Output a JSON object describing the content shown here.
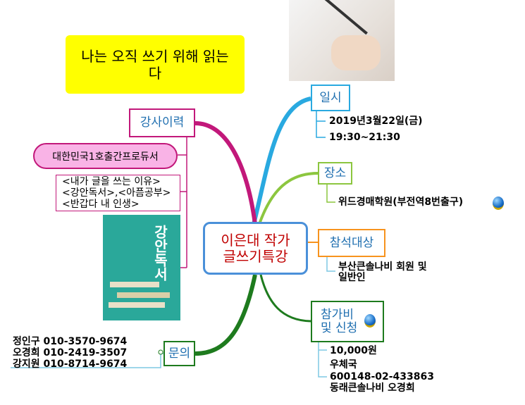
{
  "slogan": "나는 오직 쓰기 위해 읽는다",
  "center": {
    "line1": "이은대 작가",
    "line2": "글쓰기특강"
  },
  "branches": {
    "datetime": {
      "label": "일시",
      "items": [
        "2019년3월22일(금)",
        "19:30~21:30"
      ]
    },
    "place": {
      "label": "장소",
      "items": [
        "위드경매학원(부전역8번출구)"
      ]
    },
    "audience": {
      "label": "참석대상",
      "items": [
        "부산큰솔나비 회원 및",
        "일반인"
      ]
    },
    "fee": {
      "label1": "참가비",
      "label2": "및 신청",
      "items": [
        "10,000원",
        "우체국",
        "600148-02-433863",
        "동래큰솔나비 오경희"
      ]
    },
    "career": {
      "label": "강사이력",
      "producer": "대한민국1호출간프로듀서",
      "books": [
        "<내가 글을 쓰는 이유>",
        "<강안독서>,<아픔공부>",
        "<반갑다 내 인생>"
      ],
      "book_title": "강안독서"
    },
    "contact": {
      "label": "문의",
      "items": [
        "정인구 010-3570-9674",
        "오경희 010-2419-3507",
        "강지원 010-8714-9674"
      ]
    }
  },
  "colors": {
    "datetime": "#29a9e0",
    "place": "#8cc63f",
    "audience": "#f7931e",
    "fee": "#1e7b1e",
    "career": "#c2187a",
    "contact": "#1e7b1e"
  }
}
